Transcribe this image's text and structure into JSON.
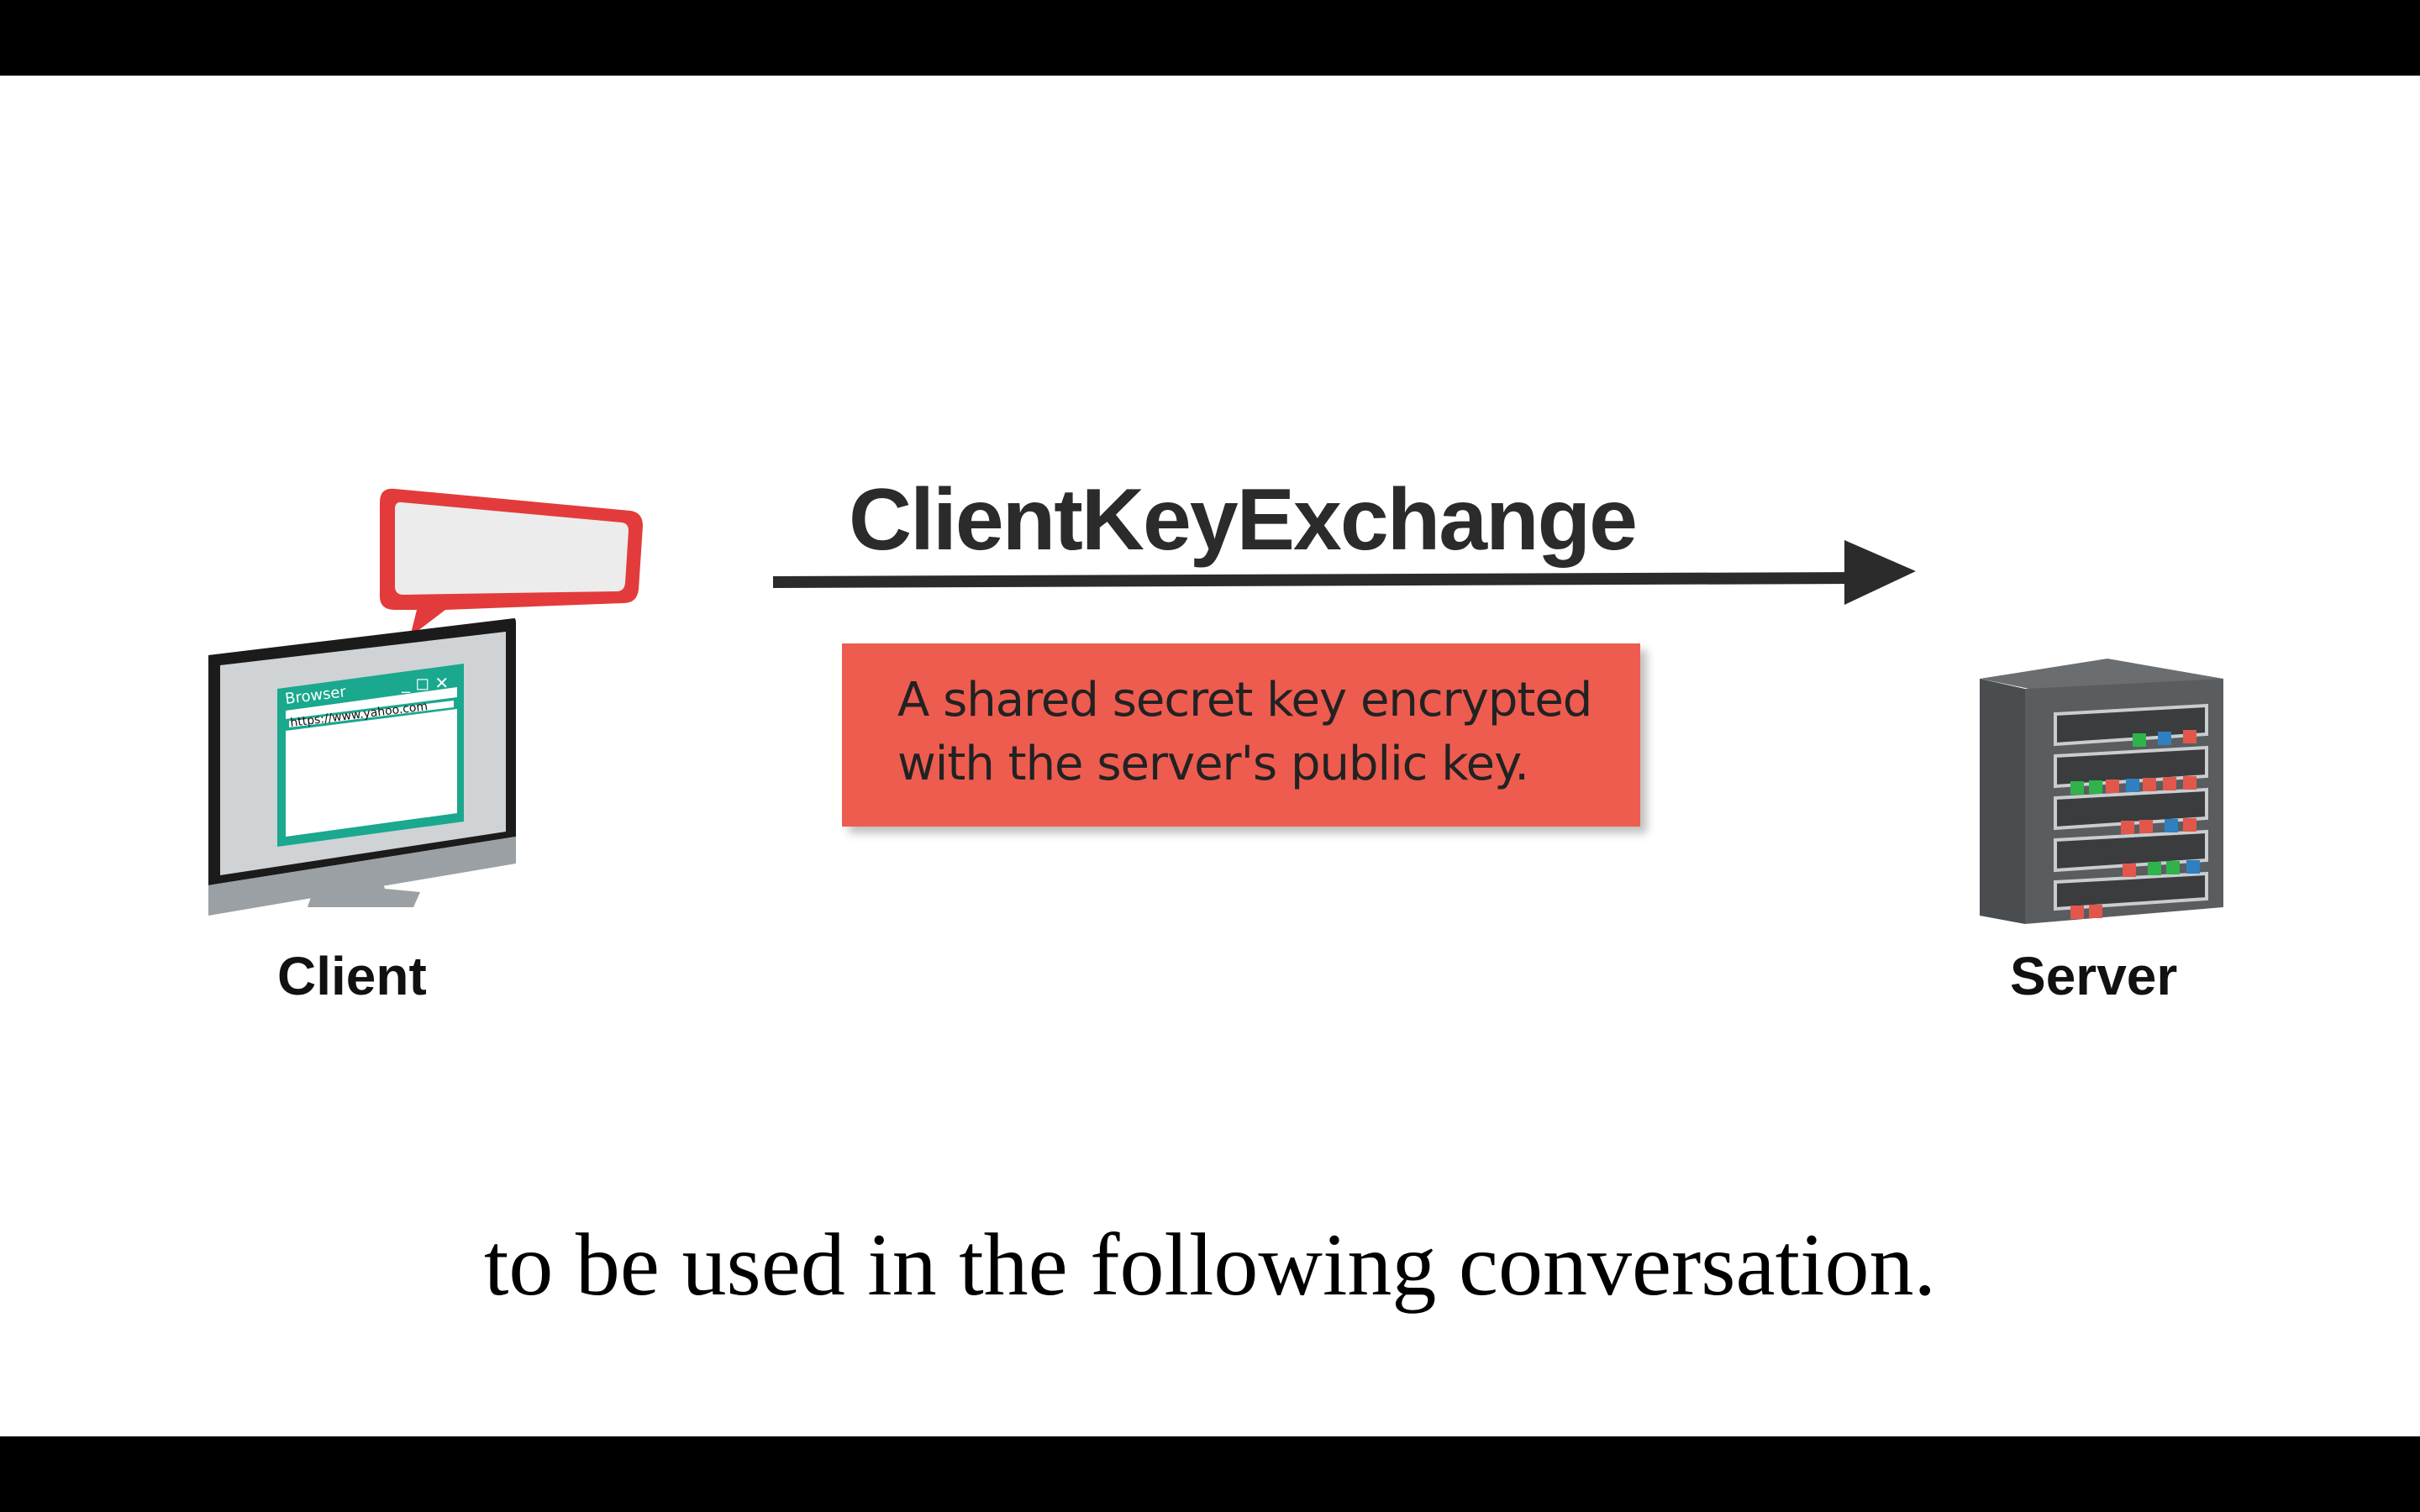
{
  "message": {
    "title": "ClientKeyExchange",
    "description_lines": [
      "A shared secret key encrypted",
      "with the server's public key."
    ]
  },
  "client": {
    "label": "Client",
    "browser_title": "Browser",
    "browser_url": "https://www.yahoo.com"
  },
  "server": {
    "label": "Server"
  },
  "subtitle": "to be used in the following conversation.",
  "colors": {
    "box": "#ee5c4f",
    "bubble": "#e33b3b",
    "browser_accent": "#1aa88e",
    "arrow": "#2b2b2b",
    "led_green": "#2fb34a",
    "led_red": "#e2574c",
    "led_blue": "#2f7fc1"
  },
  "icons": [
    "speech-bubble-icon",
    "monitor-icon",
    "server-rack-icon",
    "arrow-right-icon"
  ]
}
